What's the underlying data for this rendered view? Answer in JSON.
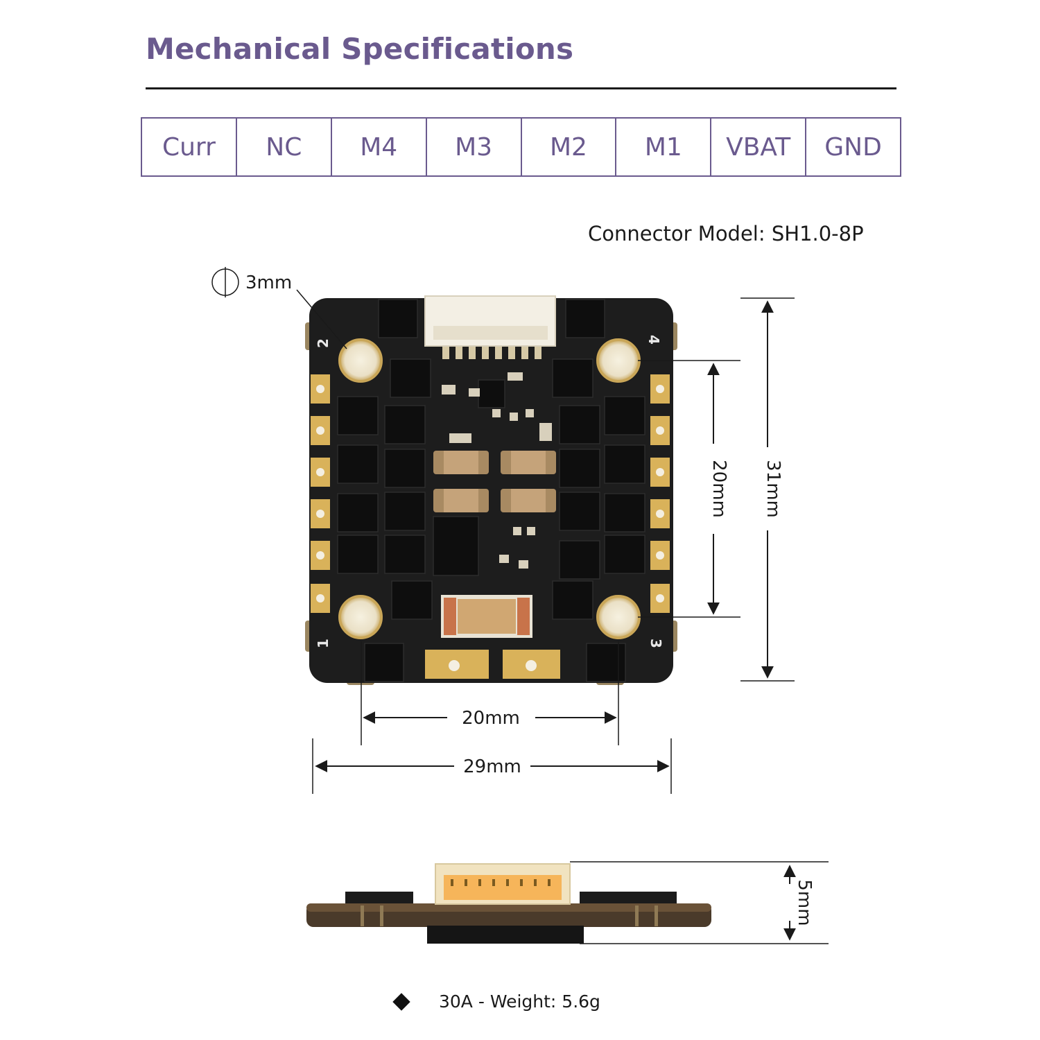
{
  "title": "Mechanical Specifications",
  "pinout": [
    "Curr",
    "NC",
    "M4",
    "M3",
    "M2",
    "M1",
    "VBAT",
    "GND"
  ],
  "connector_label": "Connector Model: SH1.0-8P",
  "dimensions": {
    "hole": "3mm",
    "mount_vertical": "20mm",
    "height": "31mm",
    "mount_horizontal": "20mm",
    "width": "29mm",
    "thickness": "5mm"
  },
  "pad_numbers": [
    "2",
    "4",
    "1",
    "3"
  ],
  "weight_note": "30A - Weight: 5.6g",
  "colors": {
    "accent": "#6a5a8e",
    "board": "#1d1d1d",
    "pad": "#d9b25a"
  }
}
